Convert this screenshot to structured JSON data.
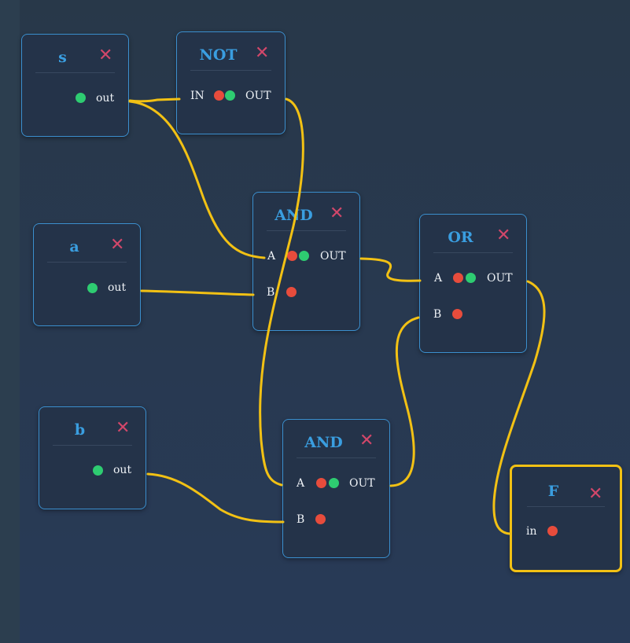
{
  "colors": {
    "wire": "#f2c114",
    "title": "#3a9ee0",
    "close": "#d2476a",
    "input_port": "#e74c3c",
    "output_port": "#2ecc71"
  },
  "close_glyph": "✕",
  "nodes": {
    "s": {
      "title": "s",
      "out": "out"
    },
    "not1": {
      "title": "NOT",
      "in": "IN",
      "out": "OUT"
    },
    "and1": {
      "title": "AND",
      "a": "A",
      "b": "B",
      "out": "OUT"
    },
    "a": {
      "title": "a",
      "out": "out"
    },
    "or1": {
      "title": "OR",
      "a": "A",
      "b": "B",
      "out": "OUT"
    },
    "b": {
      "title": "b",
      "out": "out"
    },
    "and2": {
      "title": "AND",
      "a": "A",
      "b": "B",
      "out": "OUT"
    },
    "f": {
      "title": "F",
      "in": "in"
    }
  }
}
